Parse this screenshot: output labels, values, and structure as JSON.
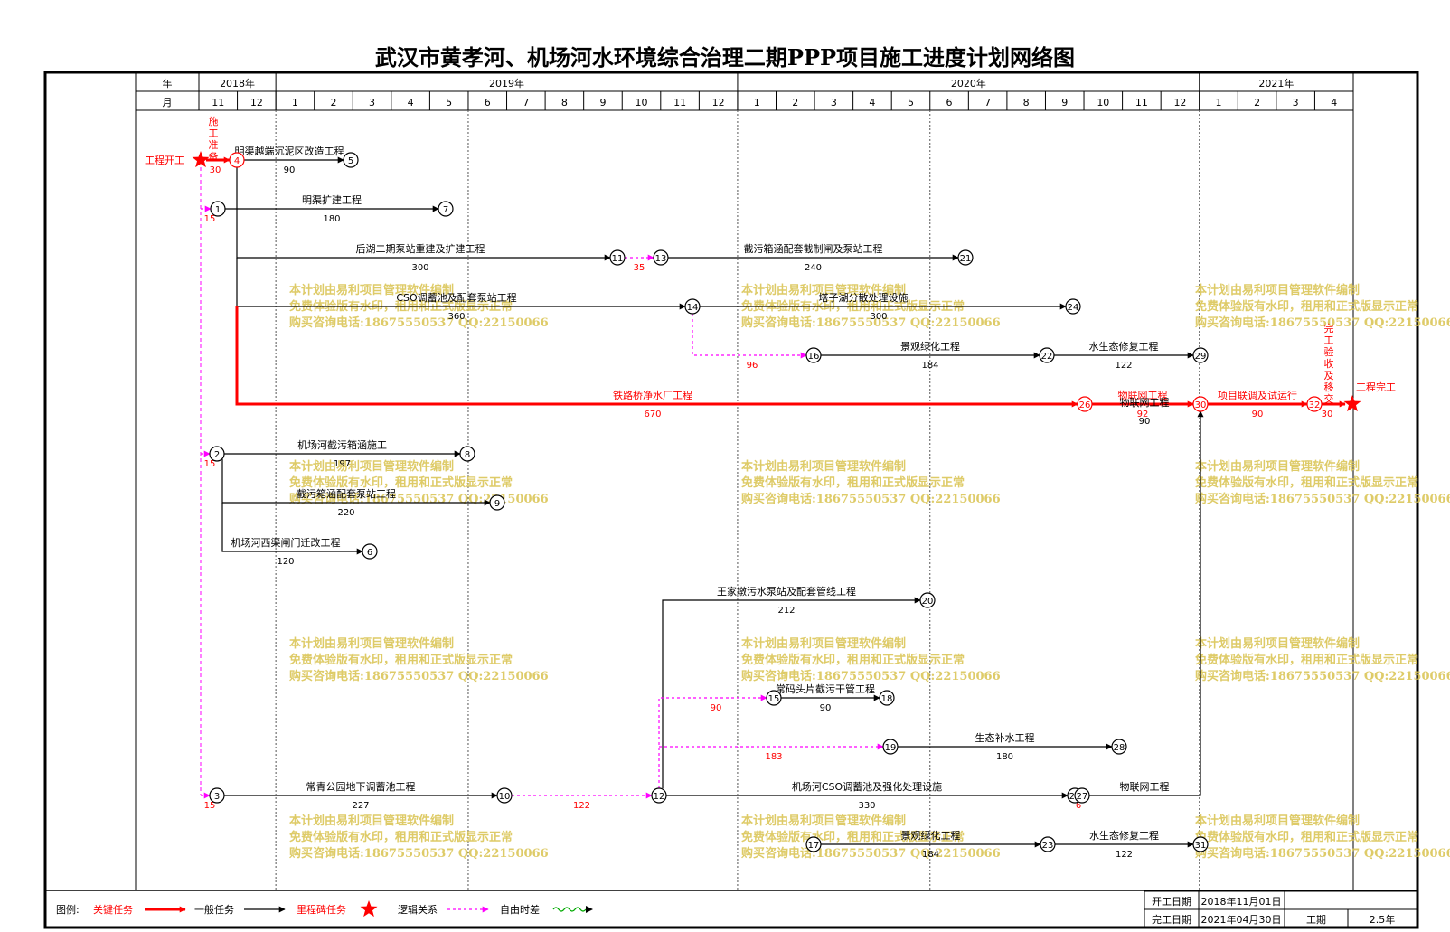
{
  "title": "武汉市黄孝河、机场河水环境综合治理二期PPP项目施工进度计划网络图",
  "header": {
    "year_label": "年",
    "month_label": "月",
    "years": [
      "2018年",
      "2019年",
      "2020年",
      "2021年"
    ],
    "months": [
      "11",
      "12",
      "1",
      "2",
      "3",
      "4",
      "5",
      "6",
      "7",
      "8",
      "9",
      "10",
      "11",
      "12",
      "1",
      "2",
      "3",
      "4",
      "5",
      "6",
      "7",
      "8",
      "9",
      "10",
      "11",
      "12",
      "1",
      "2",
      "3",
      "4"
    ]
  },
  "colors": {
    "critical": "#ff0000",
    "normal": "#000000",
    "logic": "#ff00ff",
    "watermark": "#d9c24e"
  },
  "start_label": "工程开工",
  "end_label": "工程完工",
  "vertical_labels": {
    "prep": "施工准备",
    "final": "完工验收及移交"
  },
  "tasks": [
    {
      "id": "prep",
      "name": "",
      "dur": "30",
      "type": "critical"
    },
    {
      "id": "t45",
      "name": "明渠越端沉泥区改造工程",
      "dur": "90",
      "type": "normal"
    },
    {
      "id": "t17",
      "name": "明渠扩建工程",
      "dur": "180",
      "type": "normal"
    },
    {
      "id": "t1111",
      "name": "后湖二期泵站重建及扩建工程",
      "dur": "300",
      "type": "normal"
    },
    {
      "id": "l1113",
      "name": "",
      "dur": "35",
      "type": "logic"
    },
    {
      "id": "t1321",
      "name": "截污箱涵配套截制闸及泵站工程",
      "dur": "240",
      "type": "normal"
    },
    {
      "id": "t414",
      "name": "CSO调蓄池及配套泵站工程",
      "dur": "360",
      "type": "normal"
    },
    {
      "id": "t1424",
      "name": "塔子湖分散处理设施",
      "dur": "300",
      "type": "normal"
    },
    {
      "id": "l1416",
      "name": "",
      "dur": "96",
      "type": "logic"
    },
    {
      "id": "t1622",
      "name": "景观绿化工程",
      "dur": "184",
      "type": "normal"
    },
    {
      "id": "t2229",
      "name": "水生态修复工程",
      "dur": "122",
      "type": "normal"
    },
    {
      "id": "t426",
      "name": "铁路桥净水厂工程",
      "dur": "670",
      "type": "critical"
    },
    {
      "id": "t2630",
      "name": "物联网工程",
      "dur": "92",
      "type": "critical"
    },
    {
      "id": "t3032",
      "name": "项目联调及试运行",
      "dur": "90",
      "type": "critical"
    },
    {
      "id": "final",
      "name": "",
      "dur": "30",
      "type": "critical"
    },
    {
      "id": "t28",
      "name": "机场河截污箱涵施工",
      "dur": "197",
      "type": "normal"
    },
    {
      "id": "t29",
      "name": "截污箱涵配套泵站工程",
      "dur": "220",
      "type": "normal"
    },
    {
      "id": "t26",
      "name": "机场河西渠闸门迁改工程",
      "dur": "120",
      "type": "normal"
    },
    {
      "id": "t1220",
      "name": "王家墩污水泵站及配套管线工程",
      "dur": "212",
      "type": "normal"
    },
    {
      "id": "l1215",
      "name": "",
      "dur": "90",
      "type": "logic"
    },
    {
      "id": "t1518",
      "name": "常码头片截污干管工程",
      "dur": "90",
      "type": "normal"
    },
    {
      "id": "l1219",
      "name": "",
      "dur": "183",
      "type": "logic"
    },
    {
      "id": "t1928",
      "name": "生态补水工程",
      "dur": "180",
      "type": "normal"
    },
    {
      "id": "t310",
      "name": "常青公园地下调蓄池工程",
      "dur": "227",
      "type": "normal"
    },
    {
      "id": "l1012",
      "name": "",
      "dur": "122",
      "type": "logic"
    },
    {
      "id": "t1225",
      "name": "机场河CSO调蓄池及强化处理设施",
      "dur": "330",
      "type": "normal"
    },
    {
      "id": "l2527",
      "name": "",
      "dur": "6",
      "type": "logic"
    },
    {
      "id": "t2730",
      "name": "物联网工程",
      "dur": "90",
      "type": "normal"
    },
    {
      "id": "t1723",
      "name": "景观绿化工程",
      "dur": "184",
      "type": "normal"
    },
    {
      "id": "t2331",
      "name": "水生态修复工程",
      "dur": "122",
      "type": "normal"
    },
    {
      "id": "s1",
      "name": "",
      "dur": "15",
      "type": "logic"
    },
    {
      "id": "s2",
      "name": "",
      "dur": "15",
      "type": "logic"
    },
    {
      "id": "s3",
      "name": "",
      "dur": "15",
      "type": "logic"
    }
  ],
  "nodes": [
    "1",
    "2",
    "3",
    "4",
    "5",
    "6",
    "7",
    "8",
    "9",
    "10",
    "11",
    "12",
    "13",
    "14",
    "15",
    "16",
    "17",
    "18",
    "19",
    "20",
    "21",
    "22",
    "23",
    "24",
    "25",
    "26",
    "27",
    "28",
    "29",
    "30",
    "31",
    "32"
  ],
  "watermark": {
    "line1": "本计划由易利项目管理软件编制",
    "line2": "免费体验版有水印，租用和正式版显示正常",
    "line3": "购买咨询电话:18675550537 QQ:22150066"
  },
  "legend": {
    "label": "图例:",
    "critical": "关键任务",
    "normal": "一般任务",
    "milestone": "里程碑任务",
    "logic": "逻辑关系",
    "float": "自由时差"
  },
  "info": {
    "start_label": "开工日期",
    "start_value": "2018年11月01日",
    "end_label": "完工日期",
    "end_value": "2021年04月30日",
    "duration_label": "工期",
    "duration_value": "2.5年"
  }
}
